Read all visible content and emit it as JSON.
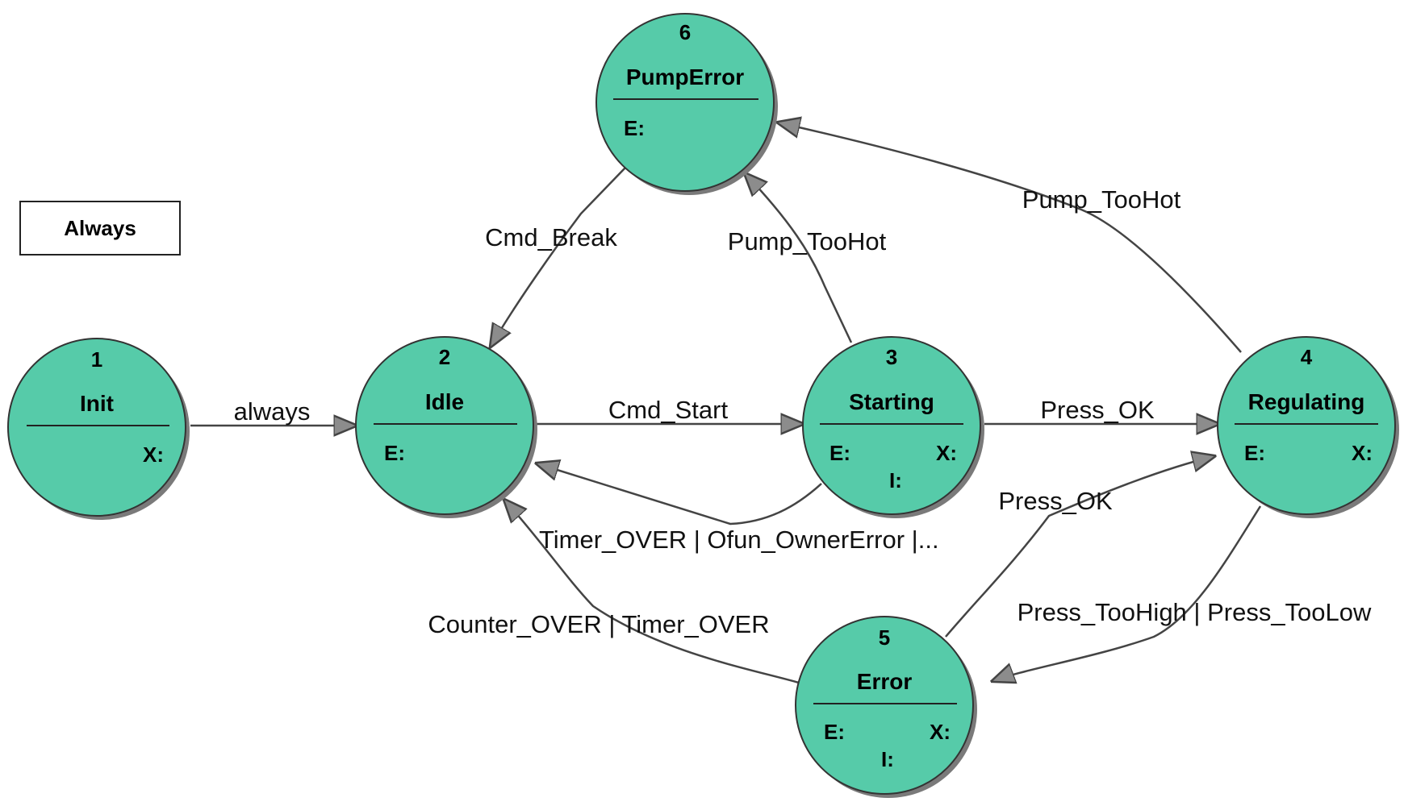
{
  "legend": {
    "label": "Always"
  },
  "states": [
    {
      "id": "1",
      "number": "1",
      "name": "Init",
      "entry": "",
      "exit": "X:",
      "internal": ""
    },
    {
      "id": "2",
      "number": "2",
      "name": "Idle",
      "entry": "E:",
      "exit": "",
      "internal": ""
    },
    {
      "id": "3",
      "number": "3",
      "name": "Starting",
      "entry": "E:",
      "exit": "X:",
      "internal": "I:"
    },
    {
      "id": "4",
      "number": "4",
      "name": "Regulating",
      "entry": "E:",
      "exit": "X:",
      "internal": ""
    },
    {
      "id": "5",
      "number": "5",
      "name": "Error",
      "entry": "E:",
      "exit": "X:",
      "internal": "I:"
    },
    {
      "id": "6",
      "number": "6",
      "name": "PumpError",
      "entry": "E:",
      "exit": "",
      "internal": ""
    }
  ],
  "transitions": [
    {
      "from": "1",
      "to": "2",
      "label": "always"
    },
    {
      "from": "2",
      "to": "3",
      "label": "Cmd_Start"
    },
    {
      "from": "3",
      "to": "4",
      "label": "Press_OK"
    },
    {
      "from": "3",
      "to": "2",
      "label": "Timer_OVER | Ofun_OwnerError |..."
    },
    {
      "from": "3",
      "to": "6",
      "label": "Pump_TooHot"
    },
    {
      "from": "4",
      "to": "6",
      "label": "Pump_TooHot"
    },
    {
      "from": "6",
      "to": "2",
      "label": "Cmd_Break"
    },
    {
      "from": "4",
      "to": "5",
      "label": "Press_TooHigh | Press_TooLow"
    },
    {
      "from": "5",
      "to": "4",
      "label": "Press_OK"
    },
    {
      "from": "5",
      "to": "2",
      "label": "Counter_OVER | Timer_OVER"
    }
  ],
  "colors": {
    "state_fill": "#56CBA9",
    "state_stroke": "#333333",
    "state_shadow": "#7a7a7a",
    "edge": "#444444",
    "arrowhead": "#8c8c8c"
  }
}
